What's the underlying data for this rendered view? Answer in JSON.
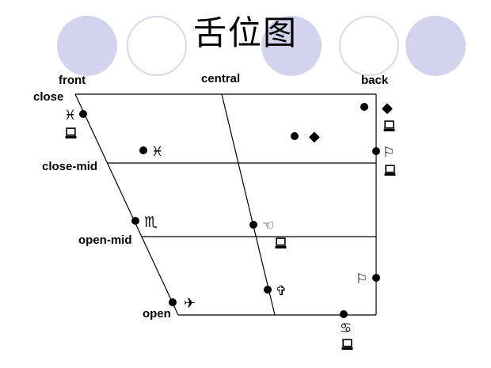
{
  "title": "舌位图",
  "column_labels": {
    "front": "front",
    "central": "central",
    "back": "back"
  },
  "row_labels": {
    "close": "close",
    "close_mid": "close-mid",
    "open_mid": "open-mid",
    "open": "open"
  },
  "colors": {
    "deco_fill": "#d3d3ee",
    "deco_ring": "#d8d8ec",
    "ink": "#000000"
  },
  "symbol_icons": {
    "pisces": "♓",
    "scorpio": "♏",
    "cancer": "♋",
    "diamond": "◆",
    "flag": "⚐",
    "airplane": "✈",
    "cross": "✞",
    "pointing_hand": "☜",
    "computer": "computer-icon"
  }
}
